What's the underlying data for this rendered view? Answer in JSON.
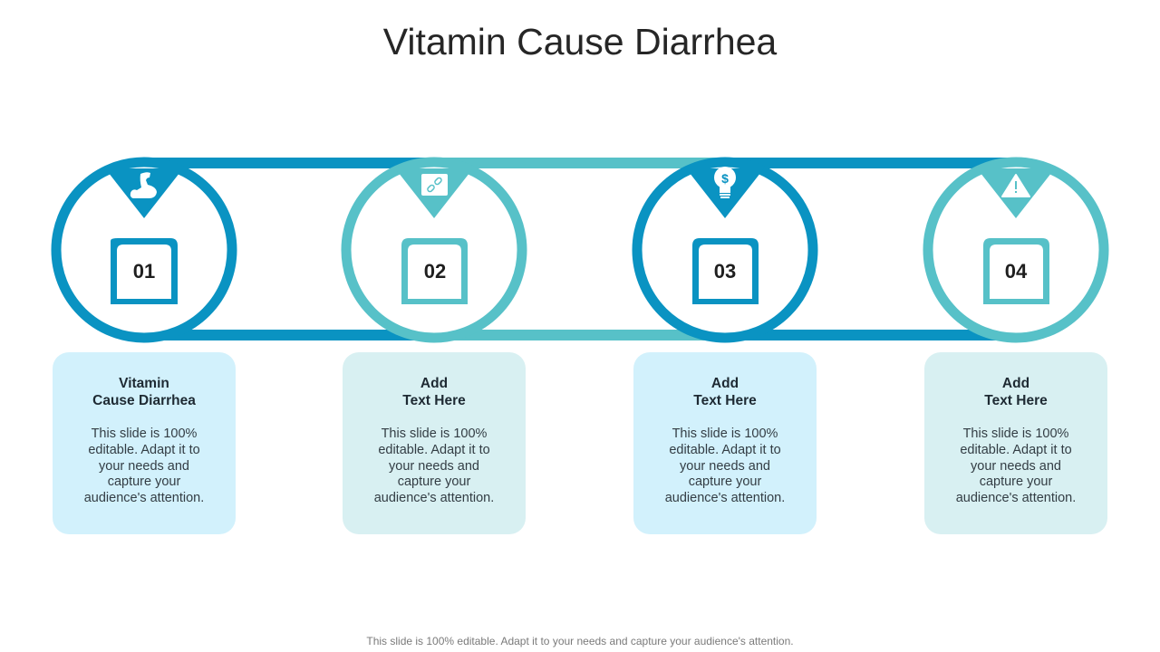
{
  "title": "Vitamin Cause Diarrhea",
  "colors": {
    "dark_blue": "#0a93c2",
    "teal": "#57c1c8",
    "card_light_blue": "#d2f1fc",
    "card_light_teal": "#d8f0f2"
  },
  "steps": [
    {
      "number": "01",
      "icon": "flexed-arm-icon",
      "color": "#0a93c2",
      "card_color": "#d2f1fc",
      "heading": "Vitamin\nCause Diarrhea",
      "body": "This slide is 100% editable. Adapt it to your needs and capture your audience's attention."
    },
    {
      "number": "02",
      "icon": "broken-link-icon",
      "color": "#57c1c8",
      "card_color": "#d8f0f2",
      "heading": "Add\nText Here",
      "body": "This slide is 100% editable. Adapt it to your needs and capture your audience's attention."
    },
    {
      "number": "03",
      "icon": "lightbulb-dollar-icon",
      "color": "#0a93c2",
      "card_color": "#d2f1fc",
      "heading": "Add\nText Here",
      "body": "This slide is 100% editable. Adapt it to your needs and capture your audience's attention."
    },
    {
      "number": "04",
      "icon": "warning-triangle-icon",
      "color": "#57c1c8",
      "card_color": "#d8f0f2",
      "heading": "Add\nText Here",
      "body": "This slide is 100% editable. Adapt it to your needs and capture your audience's attention."
    }
  ],
  "footer": "This slide is 100% editable. Adapt it to your needs and capture your audience's attention."
}
